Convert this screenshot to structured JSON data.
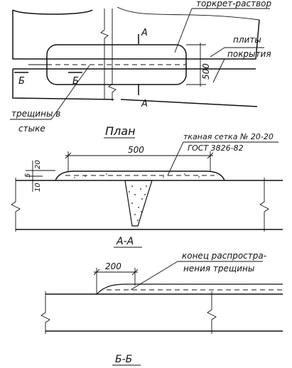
{
  "plan": {
    "title": "План",
    "label_torkret": "торкрет-раствор",
    "label_plates_1": "плиты",
    "label_plates_2": "покрытия",
    "label_cracks_1": "трещины в",
    "label_cracks_2": "стыке",
    "dim_500": "500",
    "section_a": "А",
    "section_b": "Б"
  },
  "section_aa": {
    "title": "А-А",
    "dim_500": "500",
    "mesh_label_1": "тканая сетка № 20-20",
    "mesh_label_2": "ГОСТ 3826-82",
    "dim_20": "20",
    "dim_10": "10",
    "dim_5": "5"
  },
  "section_bb": {
    "title": "Б-Б",
    "dim_200": "200",
    "crack_end_1": "конец распростра-",
    "crack_end_2": "нения трещины"
  }
}
